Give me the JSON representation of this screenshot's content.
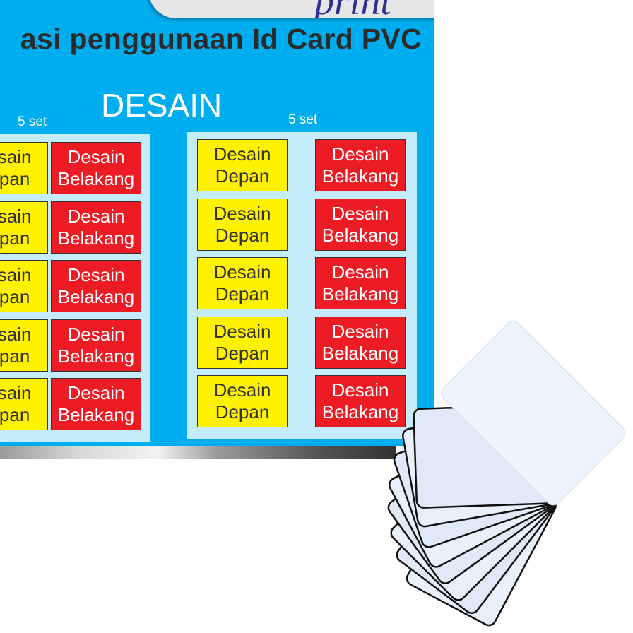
{
  "logo": {
    "text_visible": "print",
    "colors": {
      "red": "#ed1c24",
      "blue": "#2e3192"
    }
  },
  "title": "asi penggunaan Id Card PVC",
  "section_label": "DESAIN",
  "groups": [
    {
      "set_label": "5 set",
      "front": {
        "line1": "Desain",
        "line2": "Depan"
      },
      "back": {
        "line1": "Desain",
        "line2": "Belakang"
      },
      "rows": 5
    },
    {
      "set_label": "5 set",
      "front": {
        "line1": "Desain",
        "line2": "Depan"
      },
      "back": {
        "line1": "Desain",
        "line2": "Belakang"
      },
      "rows": 5
    }
  ],
  "colors": {
    "board": "#00aeef",
    "panel": "#c5ecfb",
    "front_card": "#fff200",
    "back_card": "#ed1c24"
  },
  "product_image": "fanned-blank-white-pvc-cards"
}
